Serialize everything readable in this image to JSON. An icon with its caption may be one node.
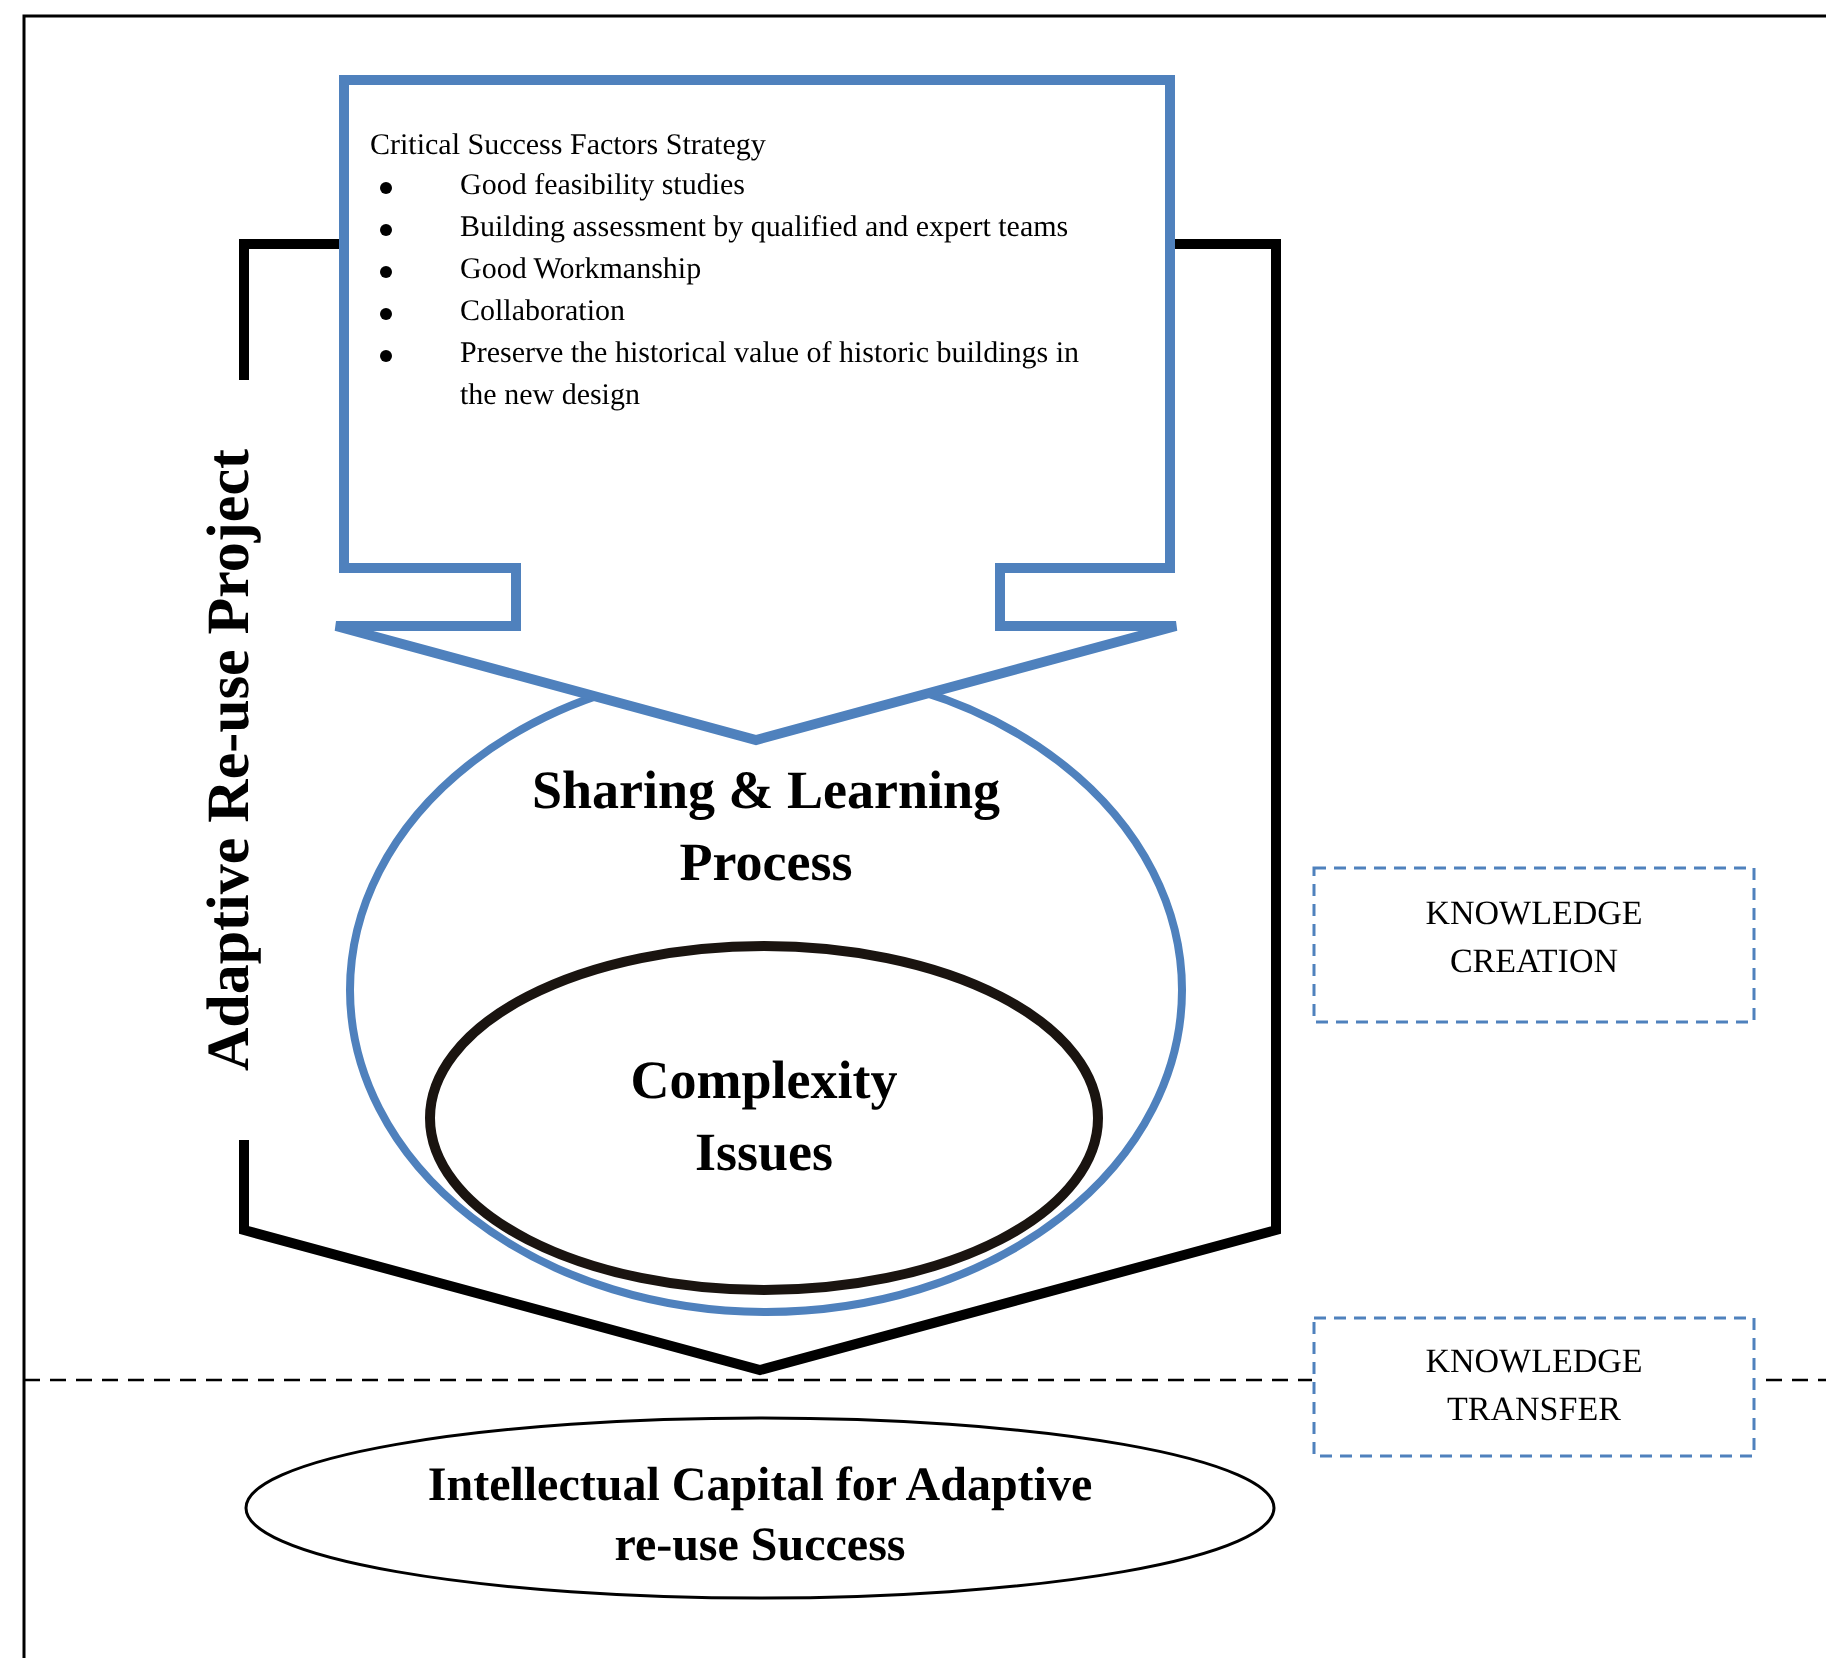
{
  "diagram": {
    "nodes": [
      {
        "text": [
          "Adaptive Re-use Project"
        ]
      },
      {
        "text": [
          "Critical Success Factors Strategy",
          "Good feasibility studies",
          "Building assessment by qualified and expert teams",
          "Good Workmanship",
          "Collaboration",
          "Preserve the historical value of historic buildings in the new design"
        ]
      },
      {
        "text": [
          "Sharing & Learning Process"
        ],
        "in": 0
      },
      {
        "text": [
          "Complexity Issues"
        ],
        "in": 2
      },
      {
        "text": [
          "KNOWLEDGE CREATION"
        ]
      },
      {
        "text": [
          "KNOWLEDGE TRANSFER"
        ]
      },
      {
        "text": [
          "Intellectual Capital for Adaptive re-use Success"
        ]
      }
    ],
    "edges": []
  }
}
